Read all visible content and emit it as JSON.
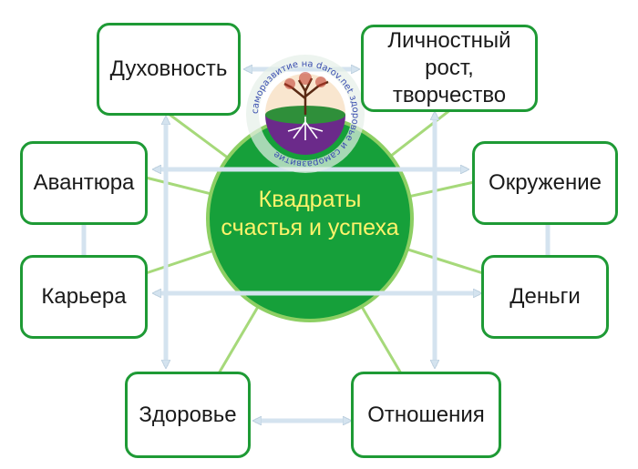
{
  "diagram": {
    "center": {
      "line1": "Квадраты",
      "line2": "счастья и успеха"
    },
    "nodes": {
      "spirituality": "Духовность",
      "growth_line1": "Личностный",
      "growth_line2": "рост,",
      "growth_line3": "творчество",
      "adventure": "Авантюра",
      "environment": "Окружение",
      "career": "Карьера",
      "money": "Деньги",
      "health": "Здоровье",
      "relationships": "Отношения"
    },
    "watermark": {
      "text": "саморазвитие на darov.net здоровье и саморазвитие",
      "style": "circular-logo-with-tree"
    }
  },
  "colors": {
    "green": "#1e9a35",
    "center_fill": "#16a03a",
    "center_text": "#fff36b",
    "spoke": "#9ed56a",
    "arrow": "#dce8f2"
  }
}
